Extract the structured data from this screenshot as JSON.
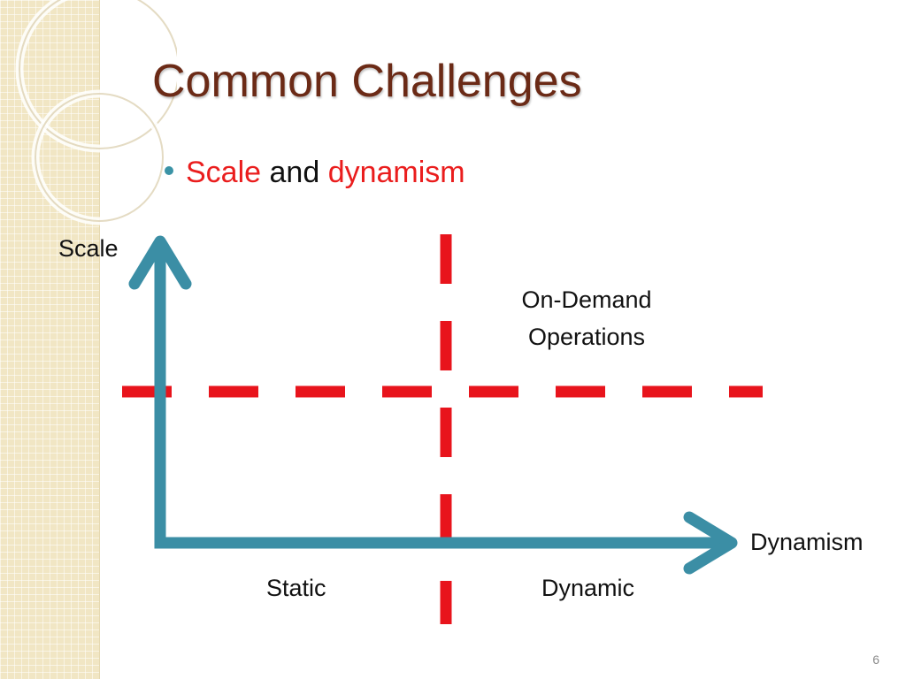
{
  "slide": {
    "title": "Common Challenges",
    "bullet": {
      "part1": "Scale",
      "part2": "and",
      "part3": "dynamism"
    },
    "page_number": "6"
  },
  "diagram": {
    "y_axis_label": "Scale",
    "x_axis_label": "Dynamism",
    "quadrant_top_right": [
      "On-Demand",
      "Operations"
    ],
    "x_left_label": "Static",
    "x_right_label": "Dynamic"
  },
  "colors": {
    "axis": "#3b8ea5",
    "divider": "#e8141c",
    "title": "#6b2a16",
    "highlight_text": "#ea1d1d",
    "sidebar": "#f1e6c4"
  }
}
